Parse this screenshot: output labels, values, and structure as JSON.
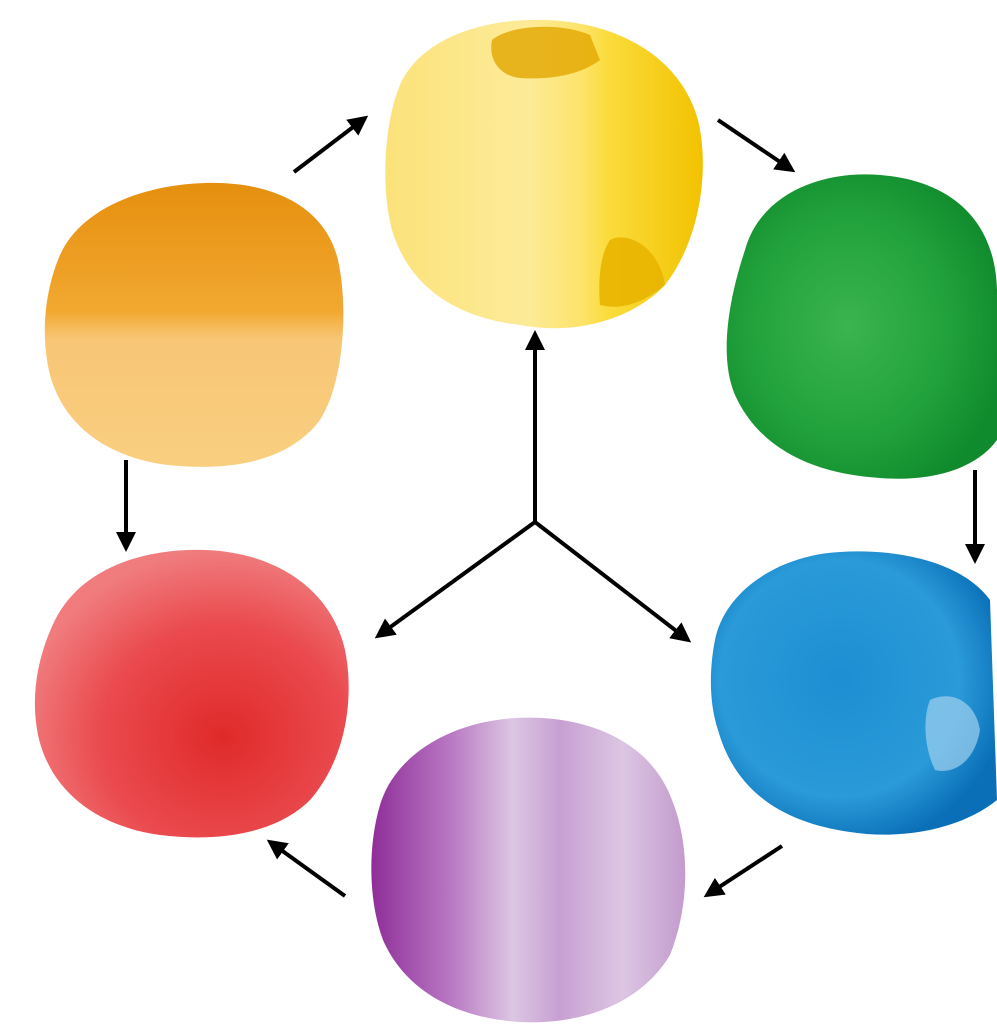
{
  "diagram": {
    "blobs": [
      {
        "id": "yellow",
        "color_name": "yellow",
        "colors": {
          "light": "#fdeb98",
          "mid": "#fbdc3c",
          "dark": "#f2c200",
          "accent": "#e2a600"
        }
      },
      {
        "id": "green",
        "color_name": "green",
        "colors": {
          "light": "#3ab44e",
          "mid": "#22a23c",
          "dark": "#0f8a2c",
          "accent": "#0c7a26"
        }
      },
      {
        "id": "blue",
        "color_name": "blue",
        "colors": {
          "light": "#4ab1e6",
          "mid": "#1d8fd2",
          "dark": "#0a6fb7",
          "accent": "#085e9e"
        }
      },
      {
        "id": "purple",
        "color_name": "purple",
        "colors": {
          "light": "#dcc6e3",
          "mid": "#c7a0d2",
          "dark": "#a95fb5",
          "accent": "#8e2e98"
        }
      },
      {
        "id": "red",
        "color_name": "red",
        "colors": {
          "light": "#f07c7e",
          "mid": "#ea4a4e",
          "dark": "#e02a2a",
          "accent": "#d81c1c"
        }
      },
      {
        "id": "orange",
        "color_name": "orange",
        "colors": {
          "light": "#f7c676",
          "mid": "#f2a830",
          "dark": "#e58f0e",
          "accent": "#d9810a"
        }
      }
    ],
    "cycle_arrows": [
      {
        "from": "orange",
        "to": "yellow"
      },
      {
        "from": "yellow",
        "to": "green"
      },
      {
        "from": "green",
        "to": "blue"
      },
      {
        "from": "blue",
        "to": "purple"
      },
      {
        "from": "purple",
        "to": "red"
      },
      {
        "from": "orange",
        "to": "red"
      }
    ],
    "center_arrows": [
      {
        "to": "yellow"
      },
      {
        "to": "red"
      },
      {
        "to": "blue"
      }
    ],
    "arrow_color": "#000000"
  }
}
